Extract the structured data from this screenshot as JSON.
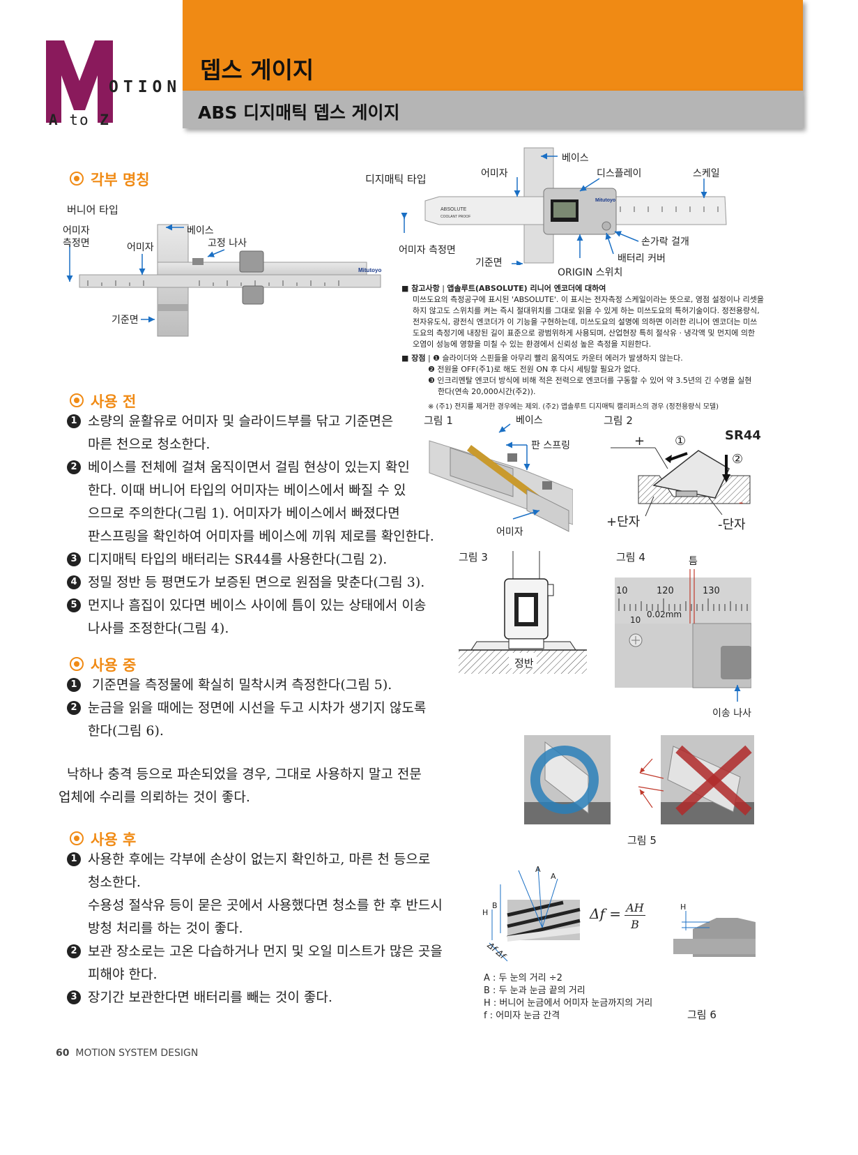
{
  "header": {
    "logo_main": "M",
    "logo_otion": "OTION",
    "logo_a": "A",
    "logo_to": "to",
    "logo_z": "Z",
    "title": "뎁스 게이지",
    "subtitle": "ABS 디지매틱 뎁스 게이지"
  },
  "parts": {
    "title": "각부 명칭",
    "vernier": {
      "type_label": "버니어 타입",
      "jaw_face": "어미자\n측정면",
      "jaw": "어미자",
      "base": "베이스",
      "screw": "고정 나사",
      "ref": "기준면",
      "brand": "Mitutoyo"
    },
    "digital": {
      "type_label": "디지매틱 타입",
      "jaw": "어미자",
      "base": "베이스",
      "display": "디스플레이",
      "scale": "스케일",
      "jaw_face": "어미자 측정면",
      "ref": "기준면",
      "origin": "ORIGIN 스위치",
      "finger": "손가락 걸개",
      "battery": "배터리 커버",
      "brand": "Mitutoyo",
      "product": "ABSOLUTE",
      "coolant": "COOLANT PROOF"
    },
    "note": {
      "ref_label": "참고사항",
      "ref_title": "앱솔루트(ABSOLUTE) 리니어 엔코더에 대하여",
      "ref_lines": [
        "미쓰도요의 측정공구에 표시된 'ABSOLUTE'. 이 표시는 전자측정 스케일이라는 뜻으로, 영점 설정이나 리셋을",
        "하지 않고도 스위치를 켜는 즉시 절대위치를 그대로 읽을 수 있게 하는 미쓰도요의 특허기술이다. 정전용량식,",
        "전자유도식, 광전식 엔코더가 이 기능을 구현하는데, 미쓰도요의 설명에 의하면 이러한 리니어 엔코더는 미쓰",
        "도요의 측정기에 내장된 길이 표준으로 광범위하게 사용되며, 산업현장 특히 절삭유 · 냉각액 및 먼지에 의한",
        "오염이 성능에 영향을 미칠 수 있는 환경에서 신뢰성 높은 측정을 지원한다."
      ],
      "merit_label": "장점",
      "merits": [
        "슬라이더와 스핀들을 아무리 빨리 움직여도 카운터 에러가 발생하지 않는다.",
        "전원을 OFF(주1)로 해도 전원 ON 후 다시 세팅할 필요가 없다.",
        "인크리멘탈 엔코더 방식에 비해 적은 전력으로 엔코더를 구동할 수 있어 약 3.5년의 긴 수명을 실현",
        "한다(연속 20,000시간(주2))."
      ],
      "footnote": "※ (주1) 전지를 제거한 경우에는 제외. (주2) 앱솔루트 디지매틱 캘리퍼스의 경우 (정전용량식 모델)"
    }
  },
  "before": {
    "title": "사용 전",
    "items": [
      {
        "num": "1",
        "lines": [
          "소량의 윤활유로 어미자 및 슬라이드부를 닦고 기준면은",
          "마른 천으로 청소한다."
        ]
      },
      {
        "num": "2",
        "lines": [
          "베이스를 전체에 걸쳐 움직이면서 걸림 현상이 있는지 확인",
          "한다. 이때 버니어 타입의 어미자는 베이스에서 빠질 수 있",
          "으므로 주의한다(그림 1). 어미자가 베이스에서 빠졌다면",
          "판스프링을 확인하여 어미자를 베이스에 끼워 제로를 확인한다."
        ]
      },
      {
        "num": "3",
        "lines": [
          "디지매틱 타입의 배터리는 SR44를 사용한다(그림 2)."
        ]
      },
      {
        "num": "4",
        "lines": [
          "정밀 정반 등 평면도가 보증된 면으로 원점을 맞춘다(그림 3)."
        ]
      },
      {
        "num": "5",
        "lines": [
          "먼지나 흠집이 있다면 베이스 사이에 틈이 있는 상태에서 이송",
          "나사를 조정한다(그림 4)."
        ]
      }
    ]
  },
  "during": {
    "title": "사용 중",
    "items": [
      {
        "num": "1",
        "lines": [
          " 기준면을 측정물에 확실히 밀착시켜 측정한다(그림 5)."
        ]
      },
      {
        "num": "2",
        "lines": [
          "눈금을 읽을 때에는 정면에 시선을 두고 시차가 생기지 않도록",
          "한다(그림 6)."
        ]
      }
    ],
    "para": [
      "낙하나 충격 등으로 파손되었을 경우, 그대로 사용하지 말고 전문",
      "업체에 수리를 의뢰하는 것이 좋다."
    ]
  },
  "after": {
    "title": "사용 후",
    "items": [
      {
        "num": "1",
        "lines": [
          "사용한 후에는 각부에 손상이 없는지 확인하고, 마른 천 등으로",
          "청소한다.",
          "수용성 절삭유 등이 묻은 곳에서 사용했다면 청소를 한 후 반드시",
          "방청 처리를 하는 것이 좋다."
        ]
      },
      {
        "num": "2",
        "lines": [
          "보관 장소로는 고온 다습하거나 먼지 및 오일 미스트가 많은 곳을",
          "피해야 한다."
        ]
      },
      {
        "num": "3",
        "lines": [
          "장기간 보관한다면 배터리를 빼는 것이 좋다."
        ]
      }
    ]
  },
  "figures": {
    "fig1": {
      "label": "그림 1",
      "base": "베이스",
      "spring": "판 스프링",
      "jaw": "어미자"
    },
    "fig2": {
      "label": "그림 2",
      "sr44": "SR44",
      "plus": "+",
      "minus": "-",
      "c1": "①",
      "c2": "②",
      "plus_terminal": "+단자",
      "minus_terminal": "-단자"
    },
    "fig3": {
      "label": "그림 3",
      "plate": "정반"
    },
    "fig4": {
      "label": "그림 4",
      "gap": "틈",
      "t10": "10",
      "t120": "120",
      "t130": "130",
      "v10": "10",
      "mm": "0.02mm",
      "screw": "이송 나사"
    },
    "fig5": {
      "label": "그림 5"
    },
    "fig6": {
      "label": "그림 6",
      "a": "A",
      "b": "B",
      "h": "H",
      "df": "Δf Δf",
      "formula_left": "Δf =",
      "formula_num": "AH",
      "formula_den": "B",
      "legend": [
        "A : 두 눈의 거리 ÷2",
        "B : 두 눈과 눈금 끝의 거리",
        "H : 버니어 눈금에서 어미자 눈금까지의 거리",
        "f : 어미자 눈금 간격"
      ]
    }
  },
  "footer": {
    "page": "60",
    "text": "MOTION SYSTEM DESIGN"
  },
  "colors": {
    "accent": "#f08a14",
    "logo": "#8a1a5c",
    "arrow": "#1a6fc4",
    "gray_bar": "#b5b5b5"
  }
}
